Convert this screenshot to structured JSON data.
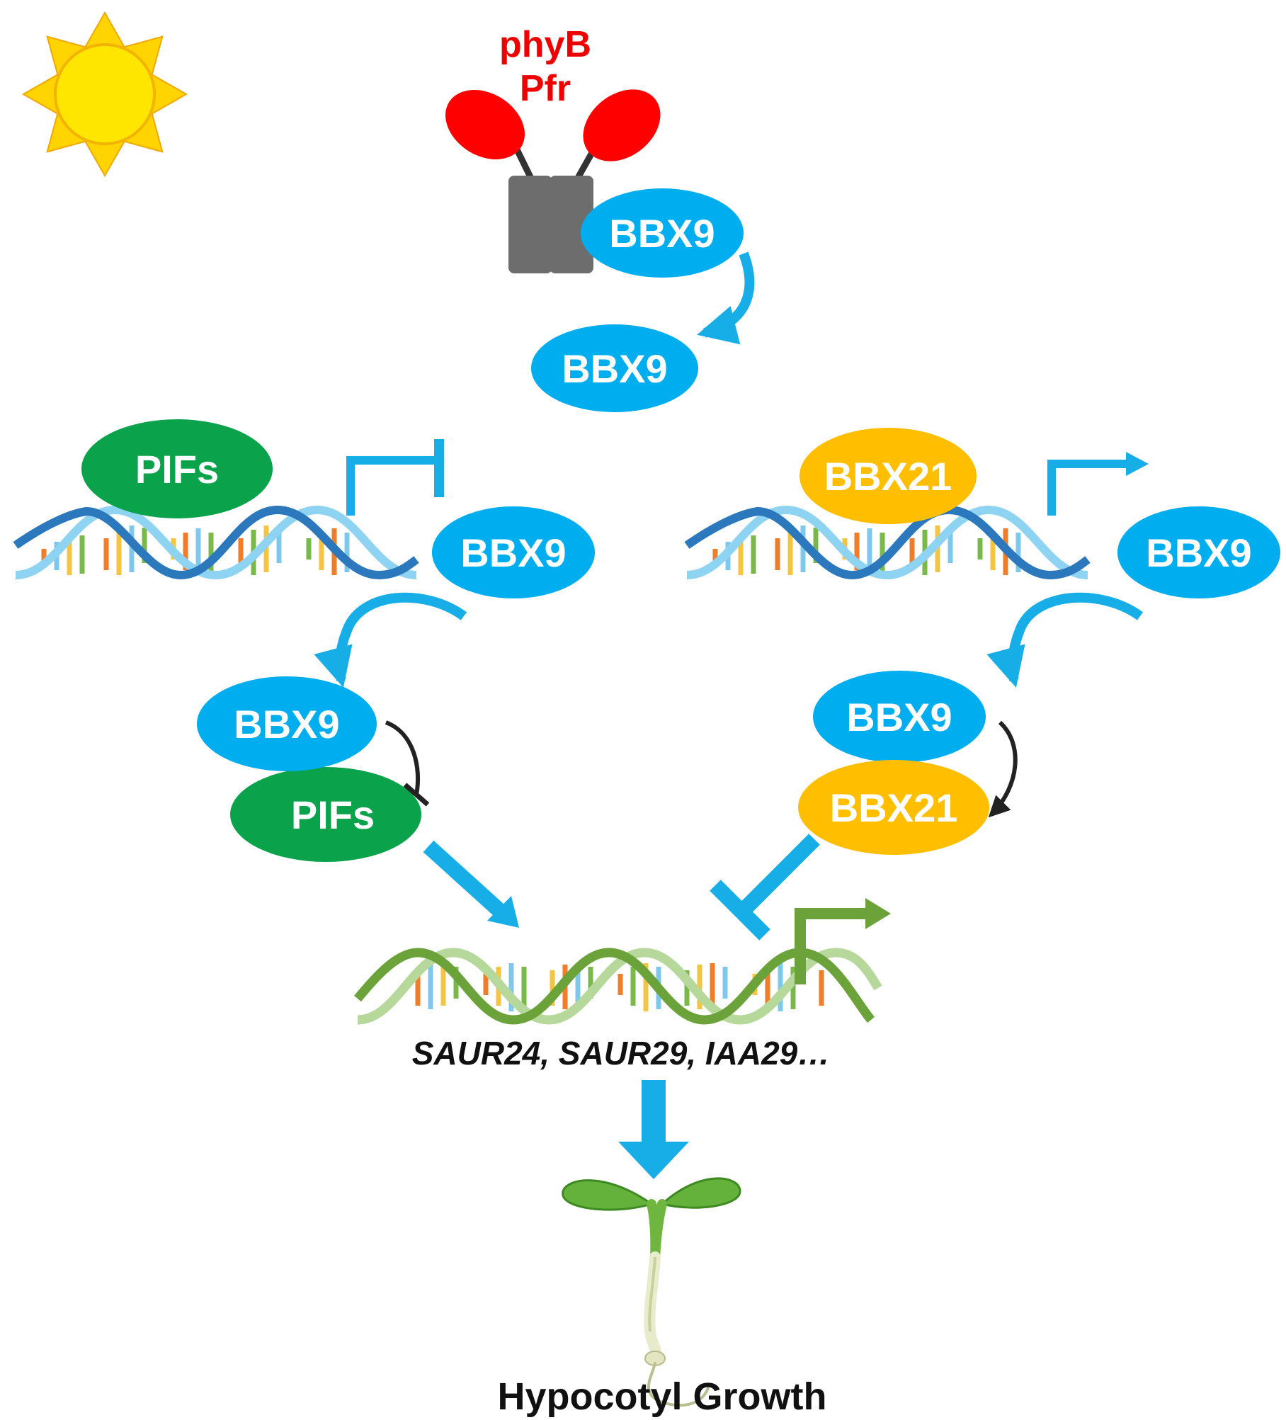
{
  "diagram": {
    "photoreceptor": {
      "line1": "phyB",
      "line2": "Pfr"
    },
    "nodes": {
      "bbx9_bound": "BBX9",
      "bbx9_released": "BBX9",
      "pifs_on_dna": "PIFs",
      "bbx21_on_dna": "BBX21",
      "bbx9_left": "BBX9",
      "bbx9_right": "BBX9",
      "bbx9_complex_left": "BBX9",
      "pifs_complex": "PIFs",
      "bbx9_complex_right": "BBX9",
      "bbx21_complex": "BBX21"
    },
    "target_genes": "SAUR24, SAUR29, IAA29…",
    "outcome": "Hypocotyl Growth",
    "colors": {
      "bbx9": "#00adef",
      "pifs": "#0aa24a",
      "bbx21": "#ffbf00",
      "phyb_head": "#ff0000",
      "phyb_body": "#6d6d6d",
      "sun": "#ffe600",
      "sun_rays": "#ffd400",
      "arrow_blue": "#17aee8",
      "arrow_dark": "#222222",
      "arrow_green": "#6ba33a",
      "text_dark": "#111111"
    }
  }
}
